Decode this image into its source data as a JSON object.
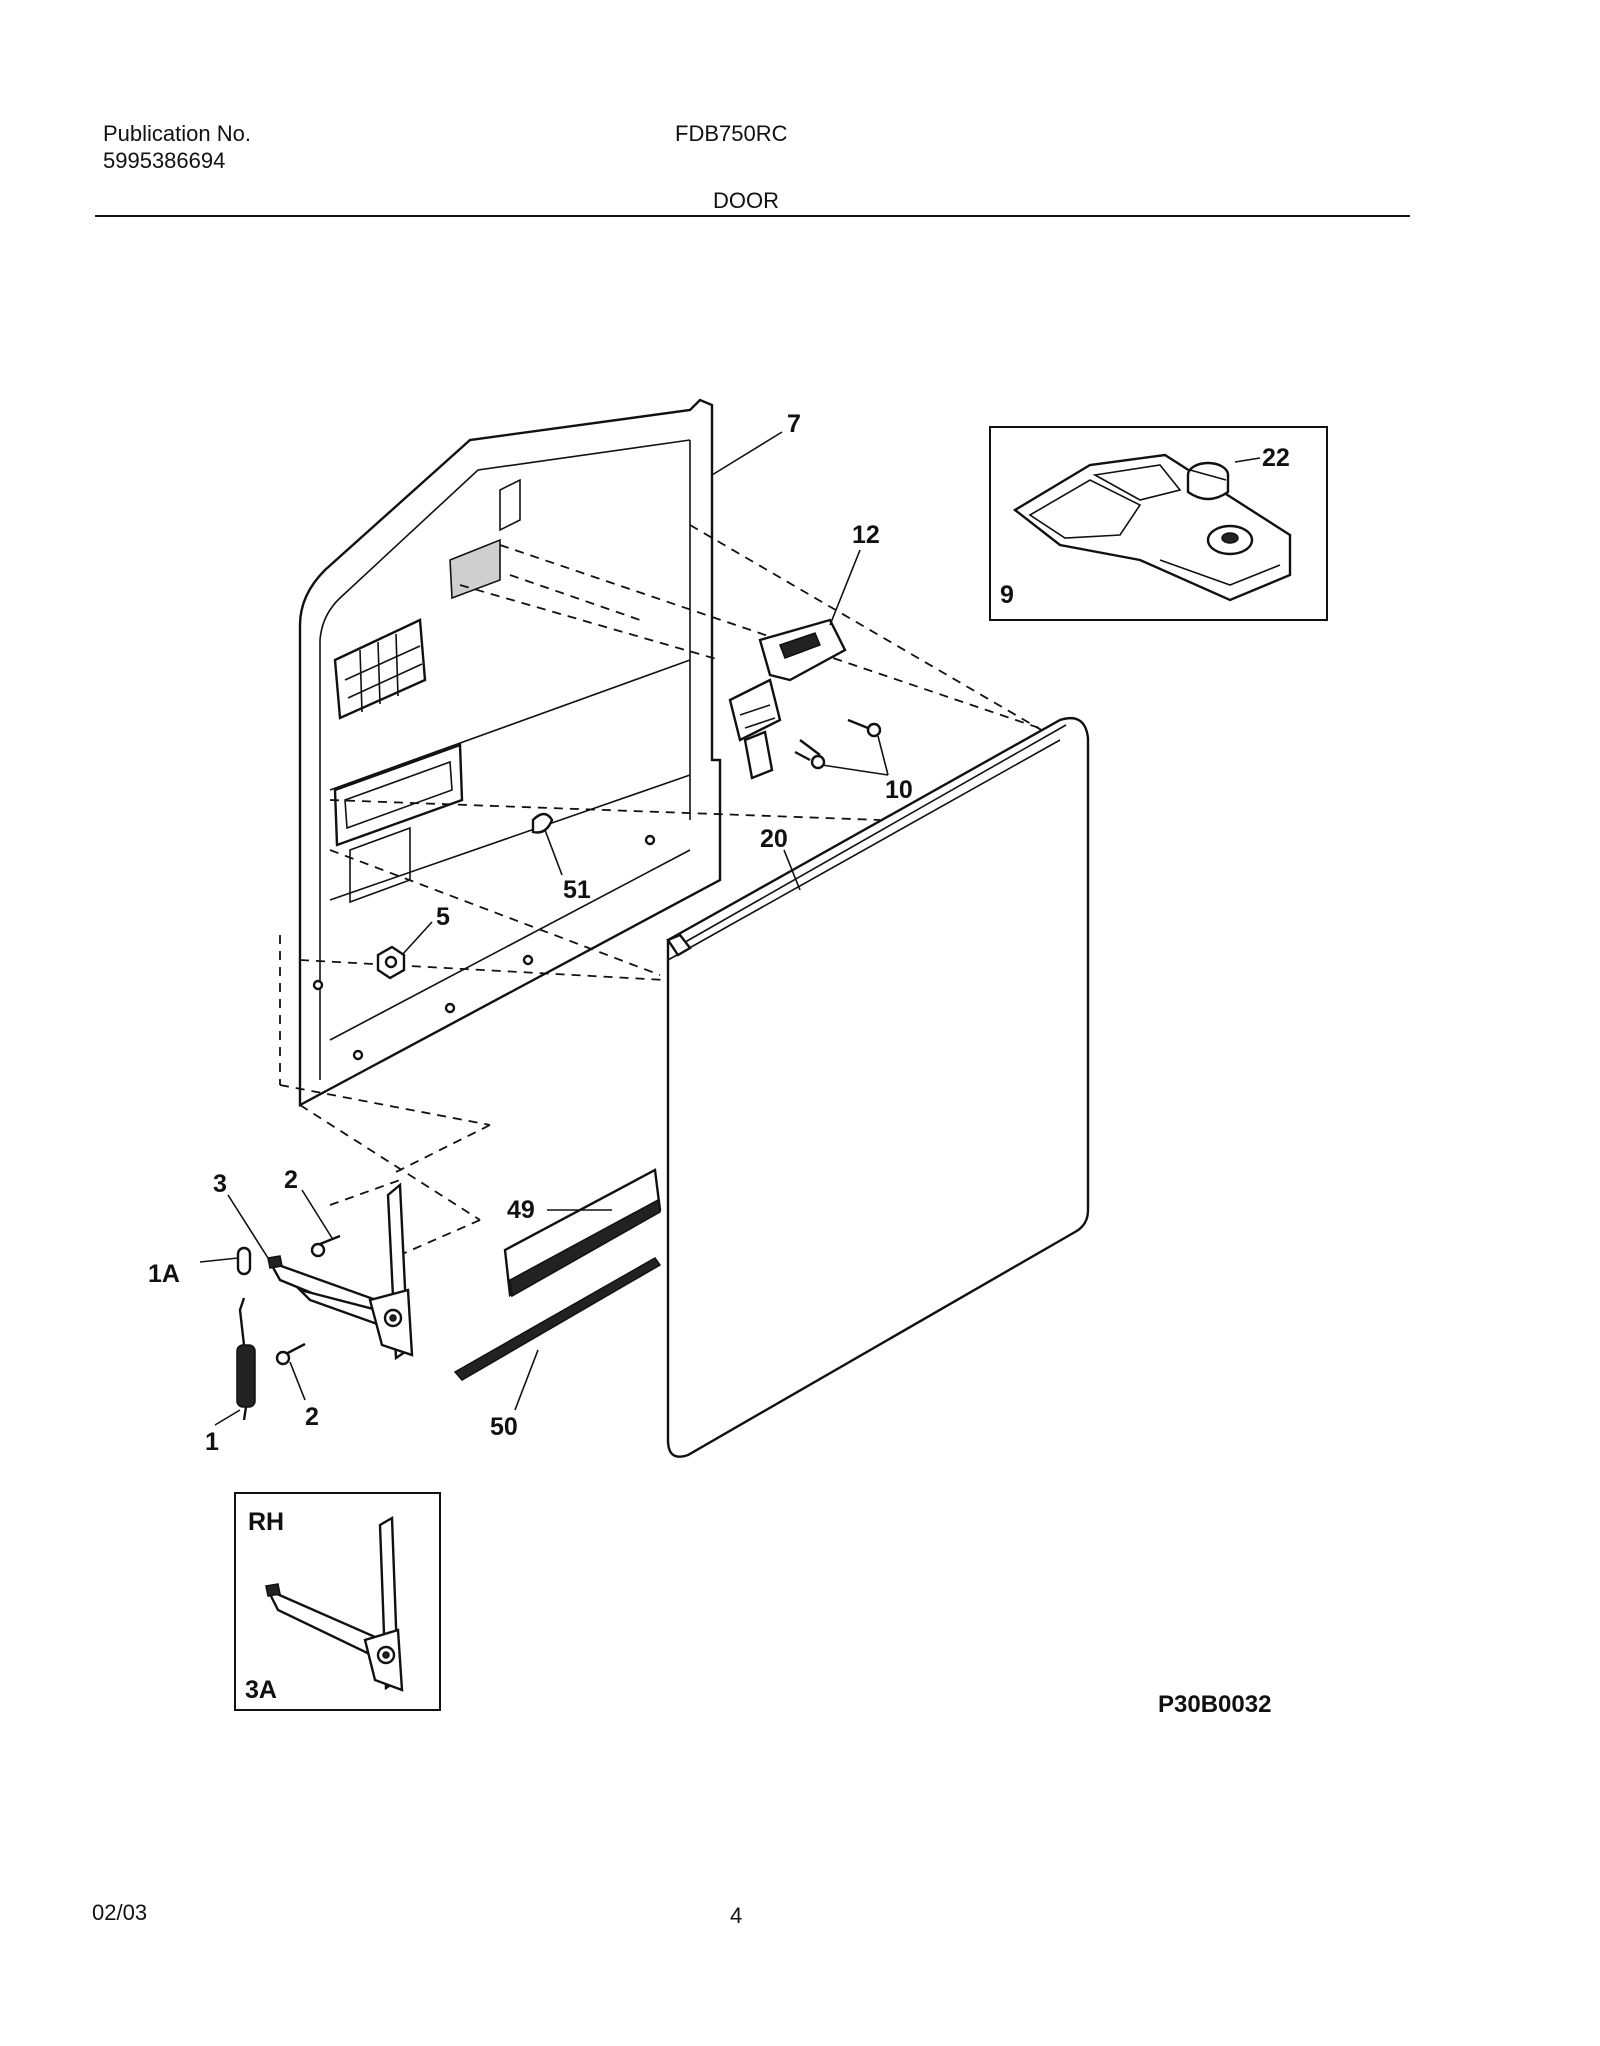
{
  "header": {
    "publication_label": "Publication No.",
    "publication_number": "5995386694",
    "model": "FDB750RC",
    "section": "DOOR"
  },
  "callouts": {
    "c7": "7",
    "c22": "22",
    "c9": "9",
    "c12": "12",
    "c10": "10",
    "c20": "20",
    "c51": "51",
    "c5": "5",
    "c3": "3",
    "c2a": "2",
    "c2b": "2",
    "c1A": "1A",
    "c1": "1",
    "c49": "49",
    "c50": "50",
    "cRH": "RH",
    "c3A": "3A"
  },
  "diagram_code": "P30B0032",
  "footer": {
    "date": "02/03",
    "page": "4"
  }
}
